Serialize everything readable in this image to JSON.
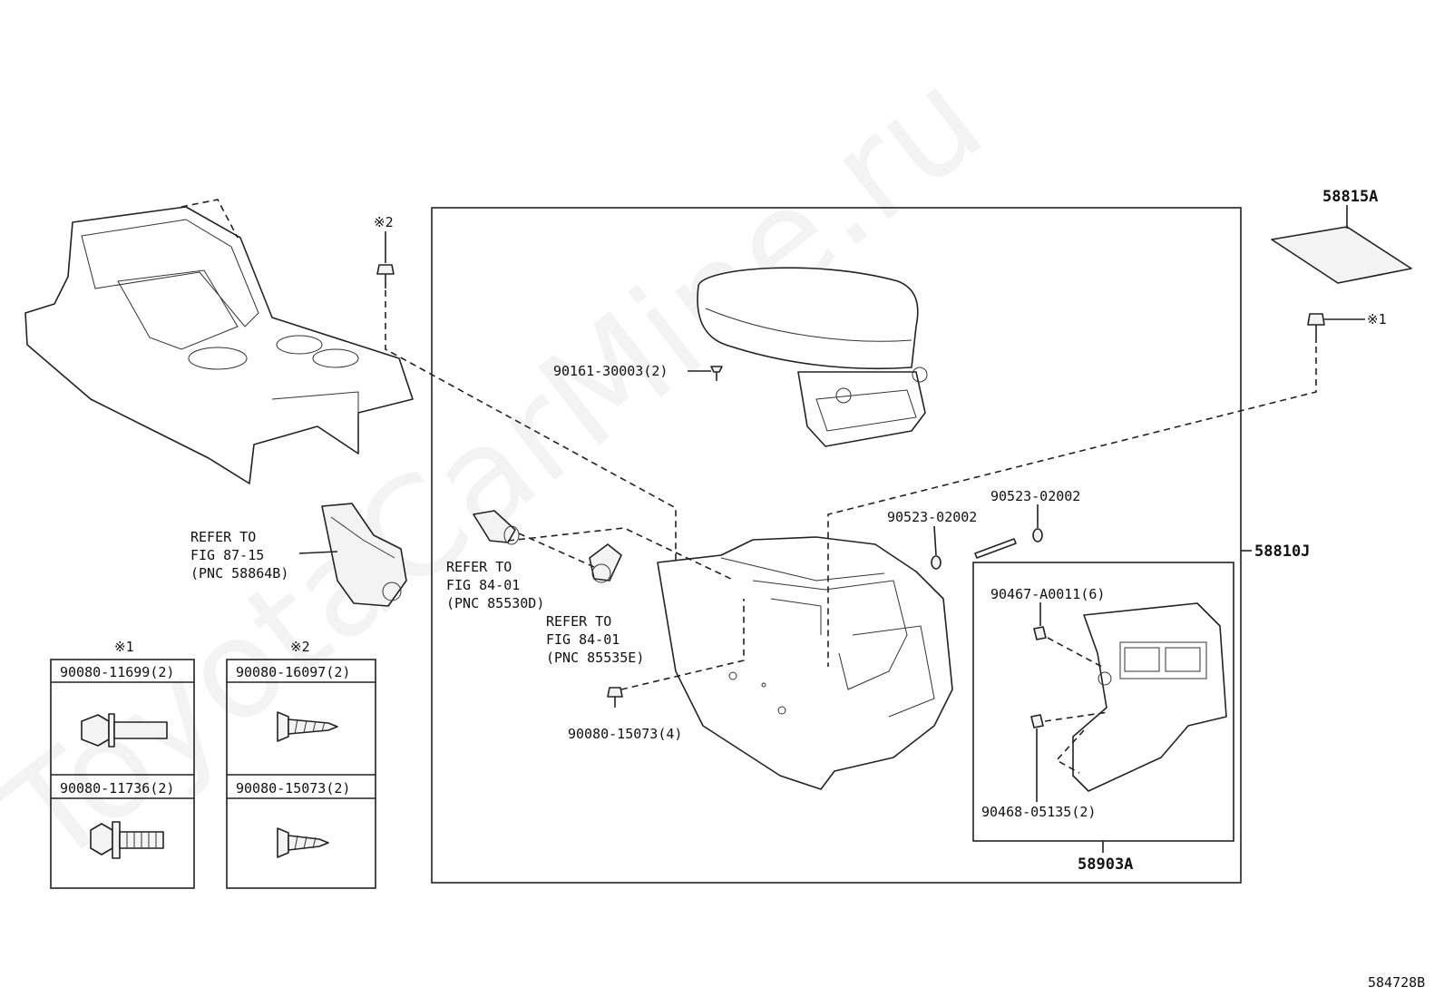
{
  "watermark": "ToyotaCarMine.ru",
  "figure_id": "584728B",
  "callouts": {
    "c58815A": "58815A",
    "c58810J": "58810J",
    "c58903A": "58903A",
    "c90161": "90161-30003(2)",
    "c90523a": "90523-02002",
    "c90523b": "90523-02002",
    "c90467": "90467-A0011(6)",
    "c90468": "90468-05135(2)",
    "c90080_15073": "90080-15073(4)",
    "mark1_top": "※1",
    "mark2_top": "※2"
  },
  "refer_notes": [
    {
      "line1": "REFER TO",
      "line2": "FIG 87-15",
      "line3": "(PNC 58864B)"
    },
    {
      "line1": "REFER TO",
      "line2": "FIG 84-01",
      "line3": "(PNC 85530D)"
    },
    {
      "line1": "REFER TO",
      "line2": "FIG 84-01",
      "line3": "(PNC 85535E)"
    }
  ],
  "legend": {
    "col1": {
      "mark": "※1",
      "top": "90080-11699(2)",
      "bottom": "90080-11736(2)"
    },
    "col2": {
      "mark": "※2",
      "top": "90080-16097(2)",
      "bottom": "90080-15073(2)"
    }
  }
}
